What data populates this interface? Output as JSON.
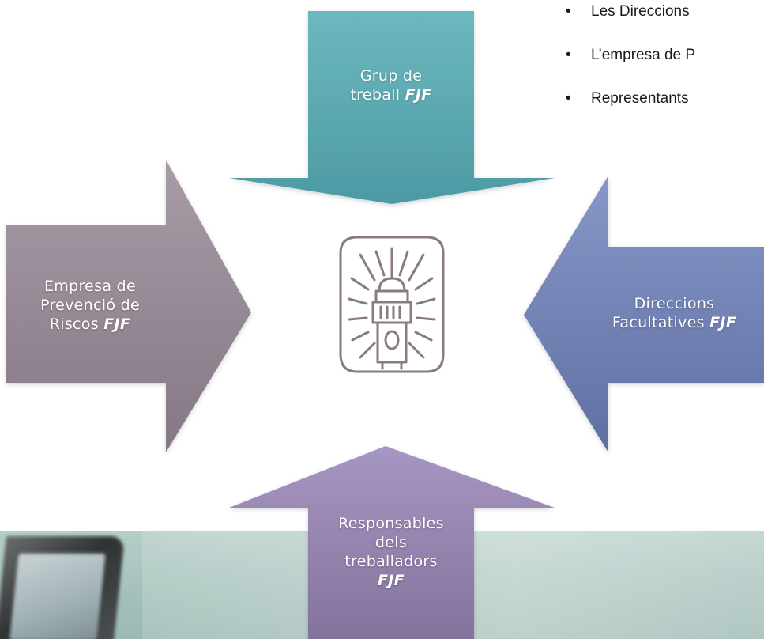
{
  "bullets": [
    "Les Direccions",
    "L’empresa de P",
    "Representants"
  ],
  "arrows": {
    "top": {
      "line1": "Grup de",
      "line2": "treball",
      "tag": "FJF",
      "color_top": "#6cb8bf",
      "color_bottom": "#4c9aa3"
    },
    "left": {
      "line1": "Empresa de",
      "line2": "Prevenció de",
      "line3": "Riscos",
      "tag": "FJF",
      "color_top": "#a599a4",
      "color_bottom": "#8a7c89"
    },
    "right": {
      "line1": "Direccions",
      "line2": "Facultatives",
      "tag": "FJF",
      "color_top": "#8495c6",
      "color_bottom": "#6474a6"
    },
    "bottom": {
      "line1": "Responsables",
      "line2": "dels",
      "line3": "treballadors",
      "tag": "FJF",
      "color_top": "#a392bf",
      "color_bottom": "#86769f"
    }
  },
  "logo": {
    "name": "university-emblem",
    "color": "#8a7a86"
  }
}
